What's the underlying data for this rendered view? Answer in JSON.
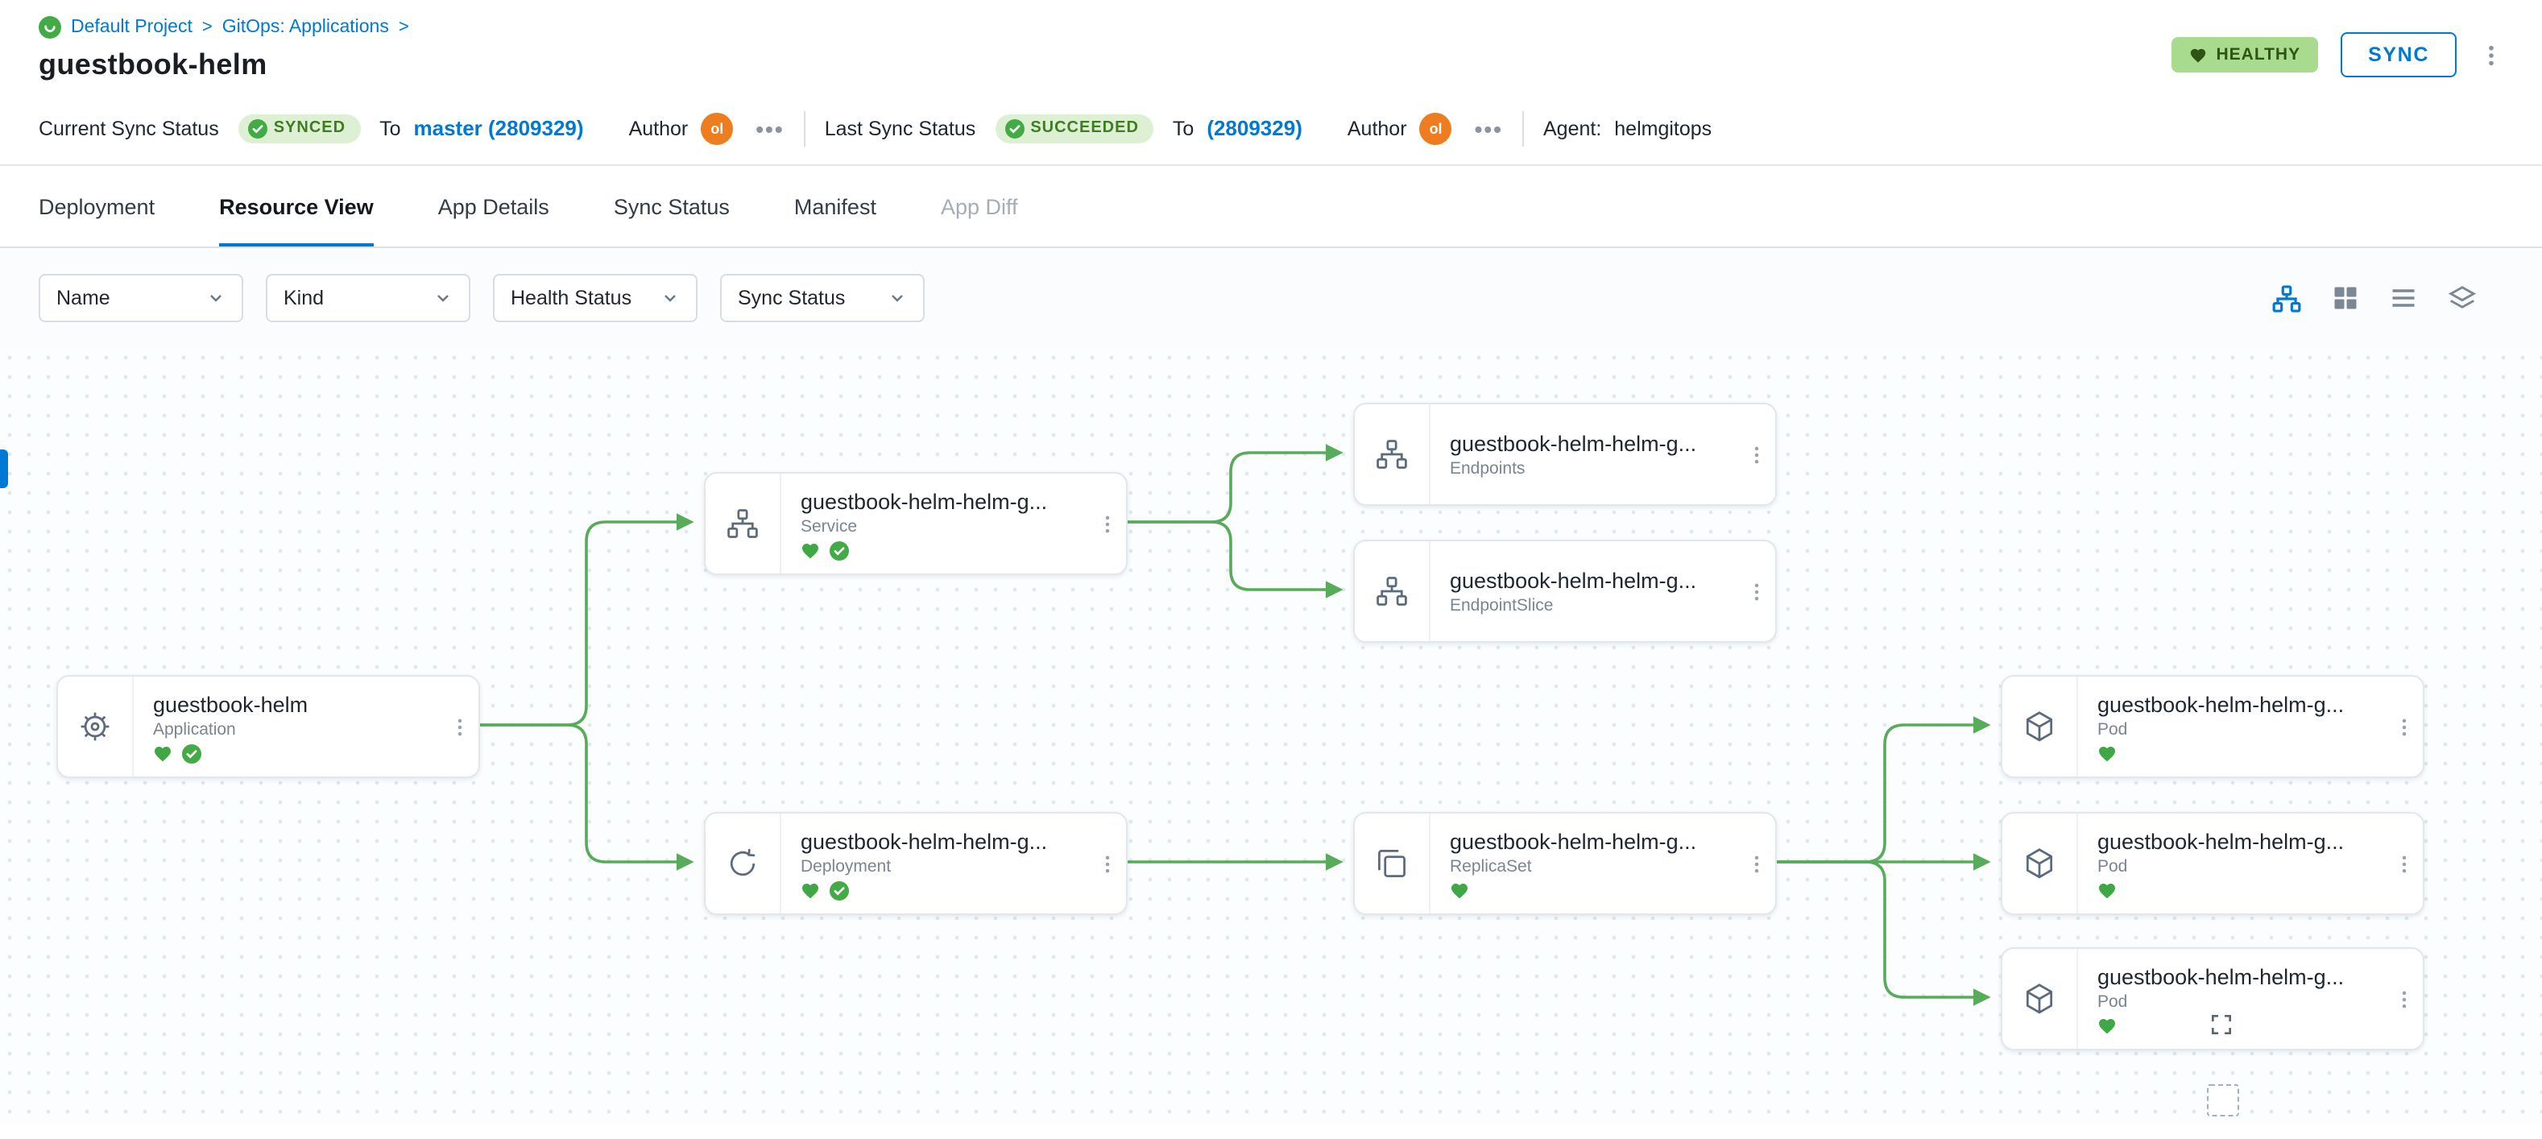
{
  "breadcrumb": {
    "project": "Default Project",
    "section": "GitOps: Applications",
    "separator": ">"
  },
  "page_title": "guestbook-helm",
  "header": {
    "health_badge": "HEALTHY",
    "sync_button": "SYNC"
  },
  "status_bar": {
    "current_label": "Current Sync Status",
    "current_badge": "SYNCED",
    "current_to": "To",
    "current_target": "master (2809329)",
    "current_author_label": "Author",
    "current_avatar": "ol",
    "last_label": "Last Sync Status",
    "last_badge": "SUCCEEDED",
    "last_to": "To",
    "last_target": "(2809329)",
    "last_author_label": "Author",
    "last_avatar": "ol",
    "agent_label": "Agent:",
    "agent_value": "helmgitops"
  },
  "tabs": [
    {
      "label": "Deployment"
    },
    {
      "label": "Resource View"
    },
    {
      "label": "App Details"
    },
    {
      "label": "Sync Status"
    },
    {
      "label": "Manifest"
    },
    {
      "label": "App Diff"
    }
  ],
  "filters": [
    {
      "label": "Name"
    },
    {
      "label": "Kind"
    },
    {
      "label": "Health Status"
    },
    {
      "label": "Sync Status"
    }
  ],
  "view_modes": [
    "tree-view",
    "grid-view",
    "list-view",
    "stack-view"
  ],
  "nodes": [
    {
      "title": "guestbook-helm",
      "kind": "Application",
      "status_icons": [
        "heart",
        "check"
      ]
    },
    {
      "title": "guestbook-helm-helm-g...",
      "kind": "Service",
      "status_icons": [
        "heart",
        "check"
      ]
    },
    {
      "title": "guestbook-helm-helm-g...",
      "kind": "Endpoints",
      "status_icons": []
    },
    {
      "title": "guestbook-helm-helm-g...",
      "kind": "EndpointSlice",
      "status_icons": []
    },
    {
      "title": "guestbook-helm-helm-g...",
      "kind": "Deployment",
      "status_icons": [
        "heart",
        "check"
      ]
    },
    {
      "title": "guestbook-helm-helm-g...",
      "kind": "ReplicaSet",
      "status_icons": [
        "heart"
      ]
    },
    {
      "title": "guestbook-helm-helm-g...",
      "kind": "Pod",
      "status_icons": [
        "heart"
      ]
    },
    {
      "title": "guestbook-helm-helm-g...",
      "kind": "Pod",
      "status_icons": [
        "heart"
      ]
    },
    {
      "title": "guestbook-helm-helm-g...",
      "kind": "Pod",
      "status_icons": [
        "heart"
      ]
    }
  ],
  "colors": {
    "accent_blue": "#0278d5",
    "edge_green": "#57ab5a",
    "healthy_green": "#42ab45",
    "avatar_orange": "#ee7d20"
  }
}
